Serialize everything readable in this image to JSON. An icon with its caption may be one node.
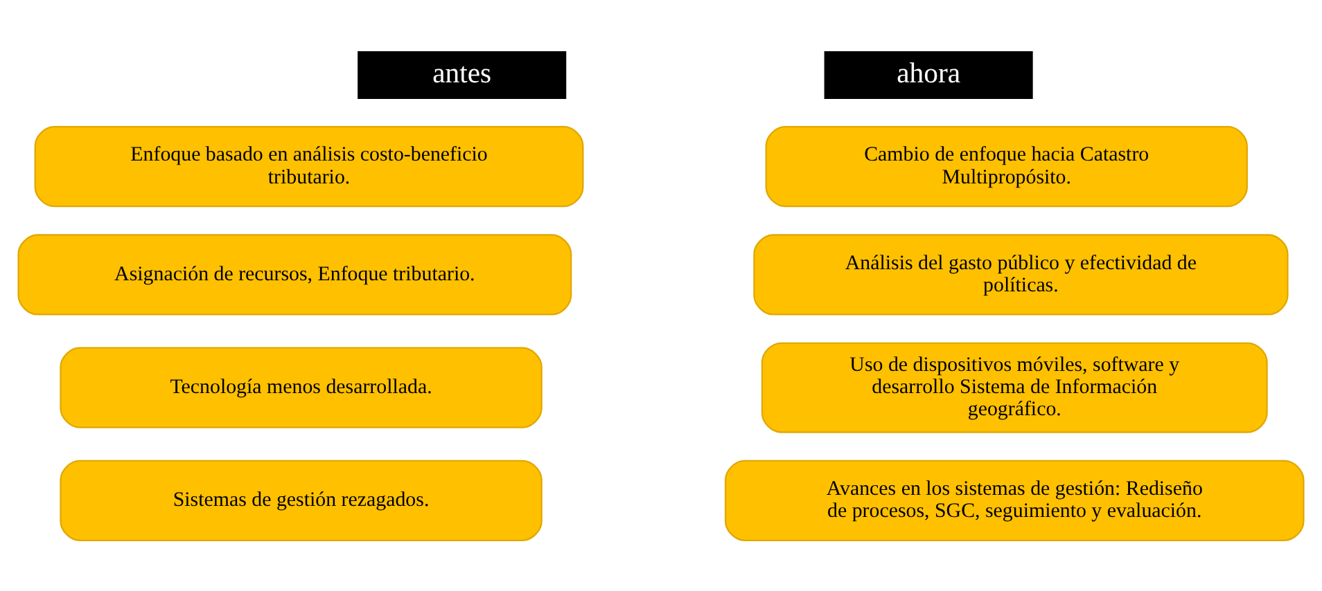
{
  "diagram": {
    "nodes": [
      {
        "text": [
          "antes"
        ]
      },
      {
        "text": [
          "ahora"
        ]
      },
      {
        "text": [
          "Enfoque basado en análisis costo-beneficio tributario."
        ]
      },
      {
        "text": [
          "Asignación de recursos, Enfoque tributario."
        ]
      },
      {
        "text": [
          "Tecnología menos desarrollada."
        ]
      },
      {
        "text": [
          "Sistemas de gestión rezagados."
        ]
      },
      {
        "text": [
          "Cambio de enfoque hacia Catastro Multipropósito."
        ]
      },
      {
        "text": [
          "Análisis del gasto público y efectividad de políticas."
        ]
      },
      {
        "text": [
          "Uso de dispositivos móviles, software y desarrollo Sistema de Información geográfico."
        ]
      },
      {
        "text": [
          "Avances en los sistemas de gestión: Rediseño de procesos, SGC, seguimiento y evaluación."
        ]
      }
    ]
  }
}
